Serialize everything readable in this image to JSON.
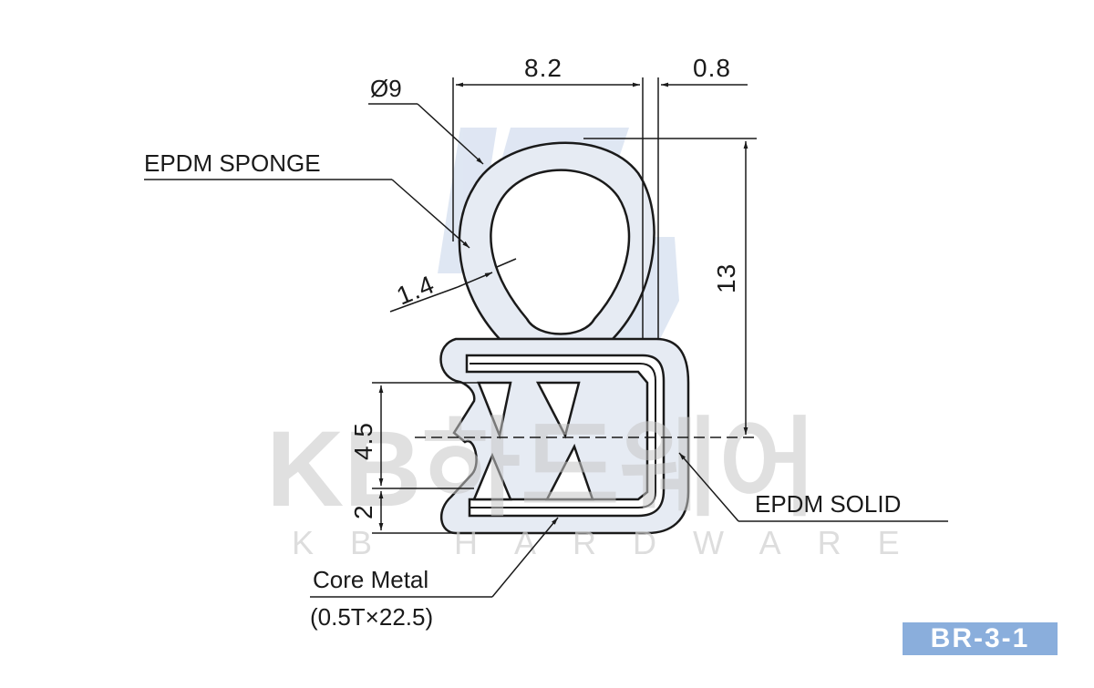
{
  "watermark": {
    "brand_text": "KB하드웨어",
    "sub_text": "KB HARDWARE",
    "logo_text": "KB"
  },
  "labels": {
    "diameter": "Ø9",
    "epdm_sponge": "EPDM SPONGE",
    "epdm_solid": "EPDM SOLID",
    "core_metal": "Core Metal",
    "core_metal_spec": "(0.5T×22.5)"
  },
  "dimensions": {
    "width_main": "8.2",
    "width_lip": "0.8",
    "height_total": "13",
    "wall_thickness": "1.4",
    "grip_height": "4.5",
    "base_height": "2"
  },
  "part_number": "BR-3-1",
  "colors": {
    "profile_fill": "#e6ebf3",
    "outline": "#1a1a1a",
    "badge": "#8aaedc",
    "watermark_logo": "#c5d3ea"
  }
}
